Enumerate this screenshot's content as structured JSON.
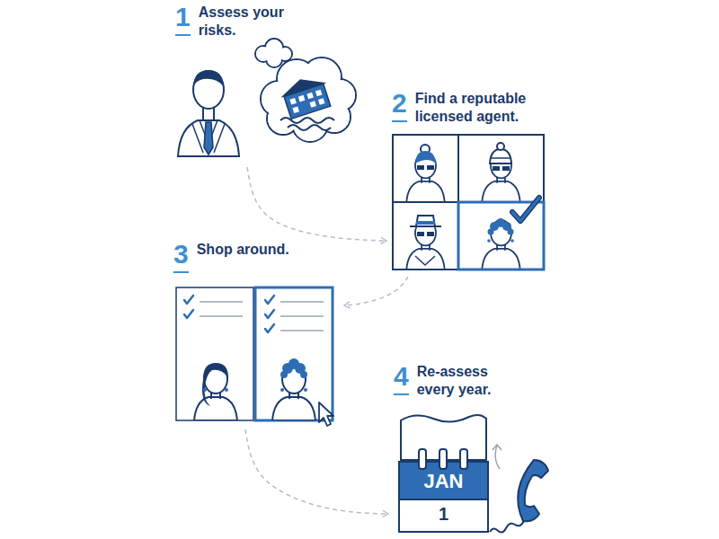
{
  "diagram": {
    "nodes": [
      {
        "text": [
          "1",
          "Assess your risks."
        ]
      },
      {
        "text": [
          "2",
          "Find a reputable licensed agent."
        ]
      },
      {
        "text": [
          "3",
          "Shop around."
        ]
      },
      {
        "text": [
          "4",
          "Re-assess every year."
        ]
      },
      {
        "text": [
          "JAN",
          "1"
        ],
        "in": 3
      }
    ],
    "edges": [
      {
        "from": 0,
        "to": 1,
        "arrow": "to"
      },
      {
        "from": 1,
        "to": 2,
        "arrow": "to"
      },
      {
        "from": 2,
        "to": 3,
        "arrow": "to"
      }
    ]
  }
}
